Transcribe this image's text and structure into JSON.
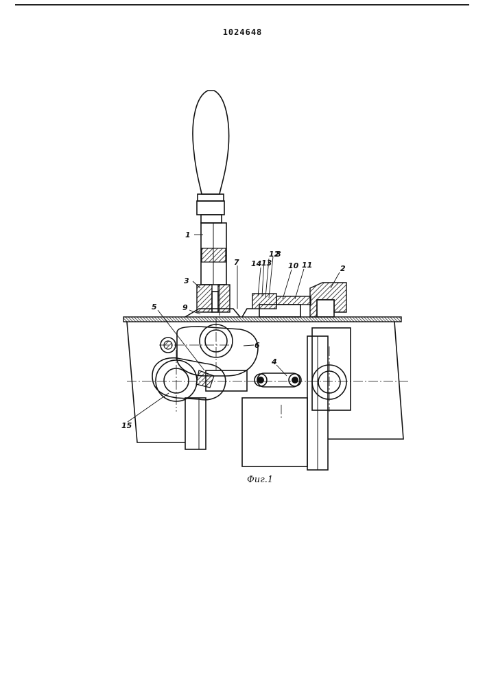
{
  "document": {
    "patent_number": "1024648",
    "figure_caption": "Фиг.1"
  },
  "callouts": {
    "c1": "1",
    "c2": "2",
    "c3": "3",
    "c4": "4",
    "c5": "5",
    "c6": "6",
    "c7": "7",
    "c8": "8",
    "c9": "9",
    "c10": "10",
    "c11": "11",
    "c12": "12",
    "c13": "13",
    "c14": "14",
    "c15": "15"
  }
}
